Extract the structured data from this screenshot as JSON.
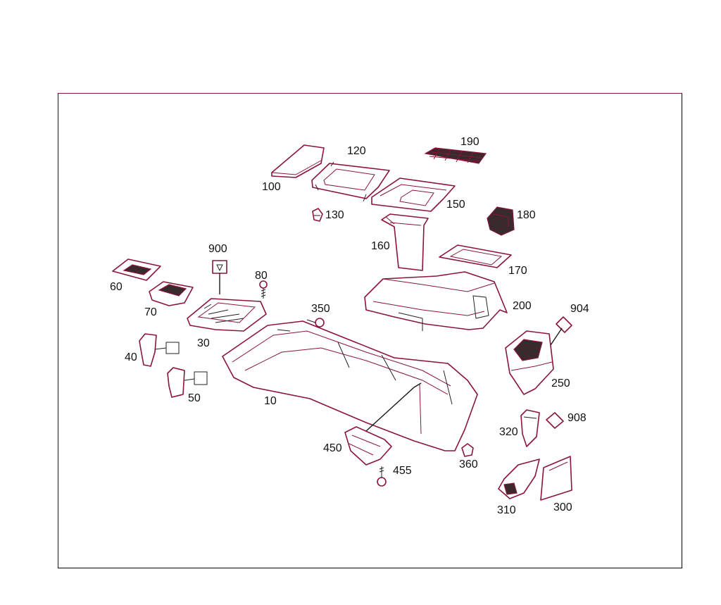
{
  "callouts": {
    "p10": "10",
    "p30": "30",
    "p40": "40",
    "p50": "50",
    "p60": "60",
    "p70": "70",
    "p80": "80",
    "p100": "100",
    "p120": "120",
    "p130": "130",
    "p150": "150",
    "p160": "160",
    "p170": "170",
    "p180": "180",
    "p190": "190",
    "p200": "200",
    "p250": "250",
    "p300": "300",
    "p310": "310",
    "p320": "320",
    "p350": "350",
    "p360": "360",
    "p450": "450",
    "p455": "455",
    "p900": "900",
    "p904": "904",
    "p908": "908"
  },
  "colors": {
    "line": "#8a1538",
    "ink": "#111111",
    "frame": "#1a1a1a",
    "background": "#ffffff"
  }
}
